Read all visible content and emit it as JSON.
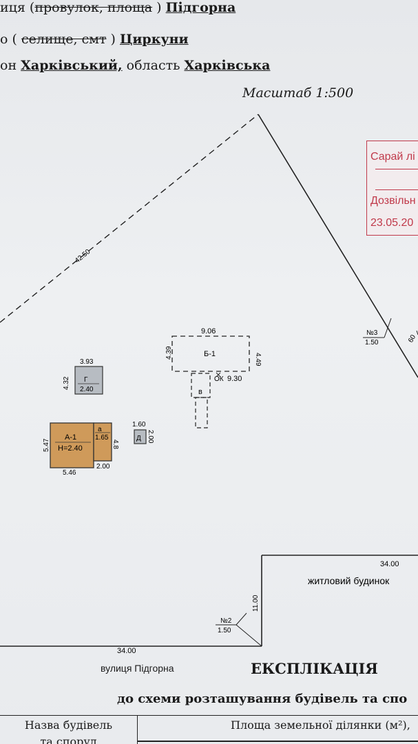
{
  "header": {
    "line1_prefix": "иця (",
    "line1_strike": "провулок, площа",
    "line1_mid": " ) ",
    "line1_value": "Підгорна",
    "line2_prefix": "о ( ",
    "line2_strike": "селище, смт",
    "line2_mid": " )  ",
    "line2_value": "Циркуни",
    "line3_prefix": "он ",
    "line3_value": "Харківський,",
    "line3_mid": " область ",
    "line3_value2": "Харківська"
  },
  "scale": "Масштаб 1:500",
  "stamp": {
    "line1": "Сарай лі",
    "line2": "Дозвільн",
    "line3": "23.05.20"
  },
  "plan": {
    "boundary_diag": "42.50",
    "point3": "№3",
    "point3_val": "1.50",
    "edge_right": "60",
    "b1": {
      "label": "Б-1",
      "top": "9.06",
      "left": "4.39",
      "right": "4.49",
      "bottom": "9.30"
    },
    "v": {
      "label": "в"
    },
    "ok_label": "ОК",
    "g": {
      "label": "Г",
      "h": "2.40",
      "top": "3.93",
      "left": "4.32"
    },
    "a1": {
      "label": "А-1",
      "h": "Н=2.40",
      "left": "5.47",
      "bottom": "5.46",
      "right": "4.8"
    },
    "a": {
      "label": "а",
      "h": "1.65",
      "bottom": "2.00"
    },
    "d": {
      "label": "Д",
      "top": "1.60",
      "right": "2.00"
    },
    "neighbor_top": "34.00",
    "neighbor_label": "житловий будинок ",
    "neighbor_side": "11.00",
    "point2": "№2",
    "point2_val": "1.50",
    "bottom_len": "34.00"
  },
  "street": "вулиця Підгорна",
  "explication": {
    "title": "ЕКСПЛІКАЦІЯ",
    "subtitle": "до схеми розташування будівель та спо",
    "col1_line1": "Назва будівель",
    "col1_line2": "та споруд",
    "col2": "Площа земельної ділянки (м²),"
  }
}
